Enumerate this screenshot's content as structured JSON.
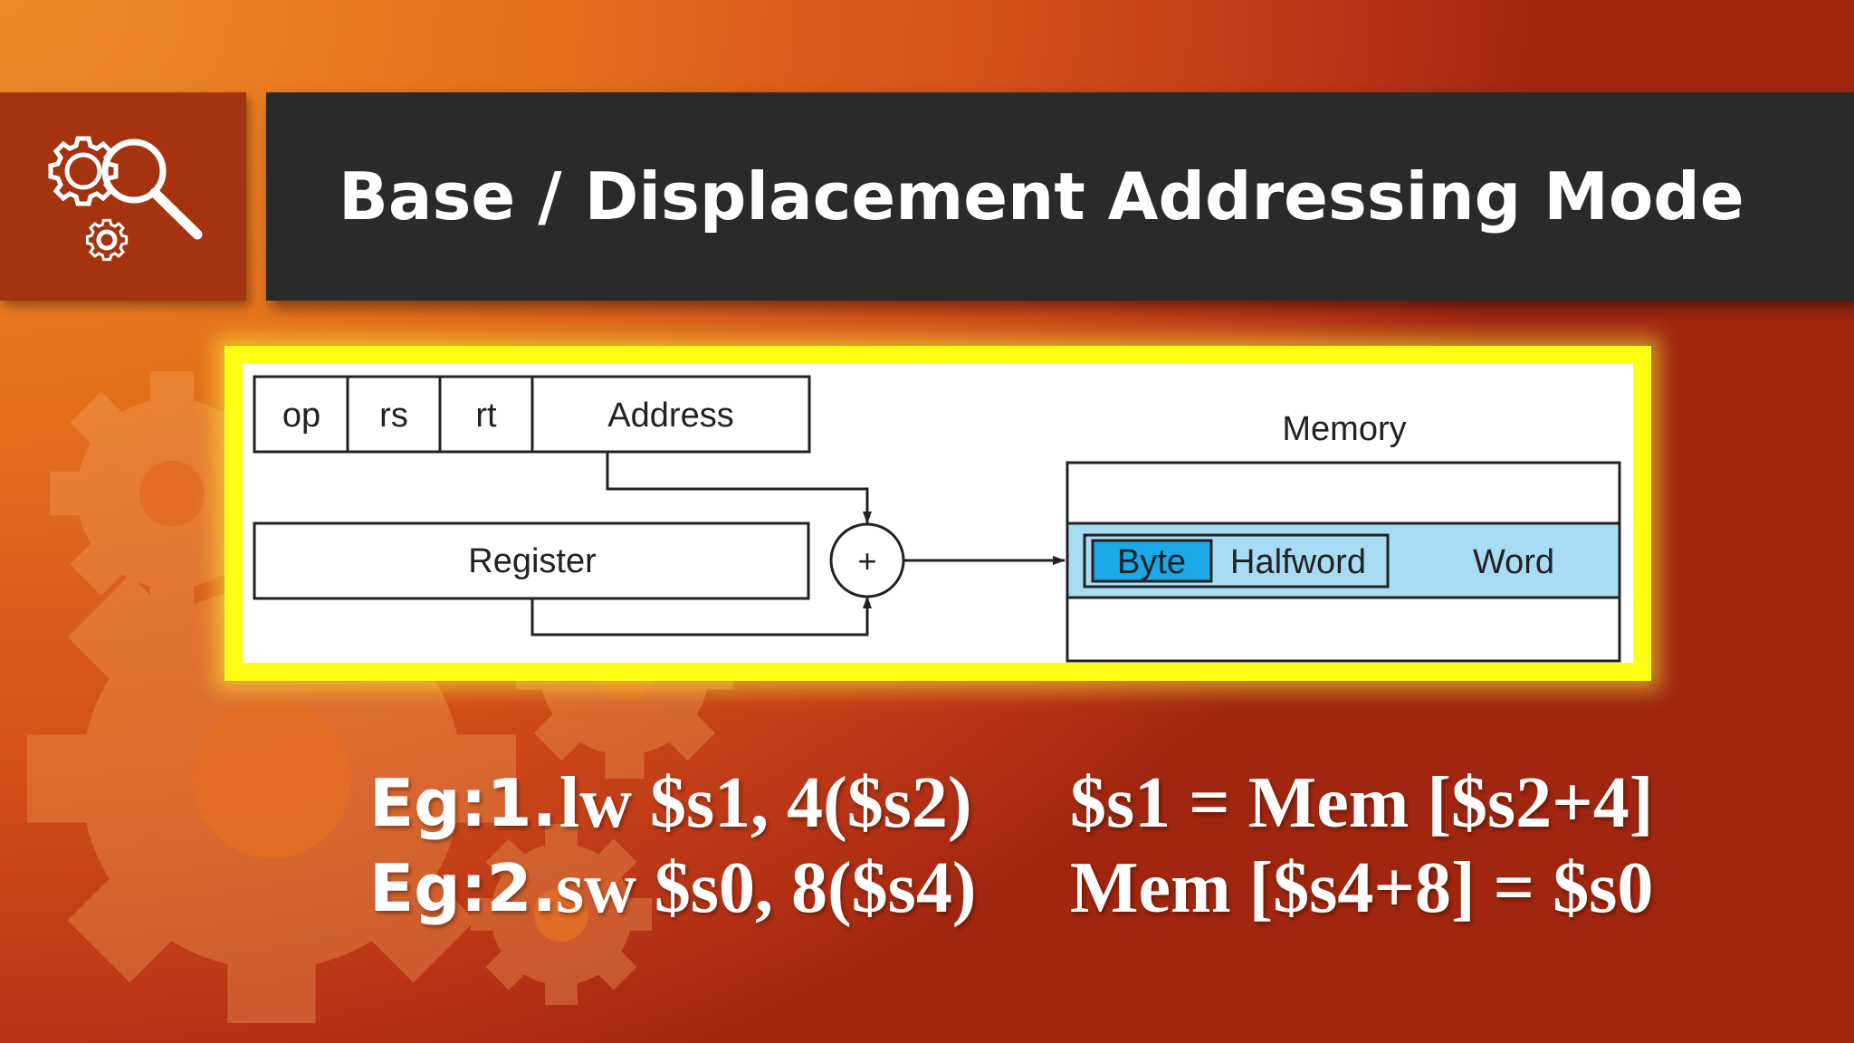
{
  "slide": {
    "title": "Base / Displacement Addressing Mode",
    "icon": "gears-magnifier-icon",
    "colors": {
      "icon_box": "#a53310",
      "title_bar": "#2a2a2a",
      "frame_highlight": "#ffff14",
      "memory_highlight": "#a8dcf4",
      "byte_fill": "#1aa8e6"
    }
  },
  "diagram": {
    "instruction_fields": [
      "op",
      "rs",
      "rt",
      "Address"
    ],
    "register_label": "Register",
    "adder_symbol": "+",
    "memory_label": "Memory",
    "memory_units": {
      "byte": "Byte",
      "halfword": "Halfword",
      "word": "Word"
    }
  },
  "examples": [
    {
      "label": "Eg:1.",
      "code": "lw $s1, 4($s2)",
      "result": "$s1 = Mem [$s2+4]"
    },
    {
      "label": "Eg:2.",
      "code": "sw $s0, 8($s4)",
      "result": "Mem [$s4+8] = $s0"
    }
  ]
}
